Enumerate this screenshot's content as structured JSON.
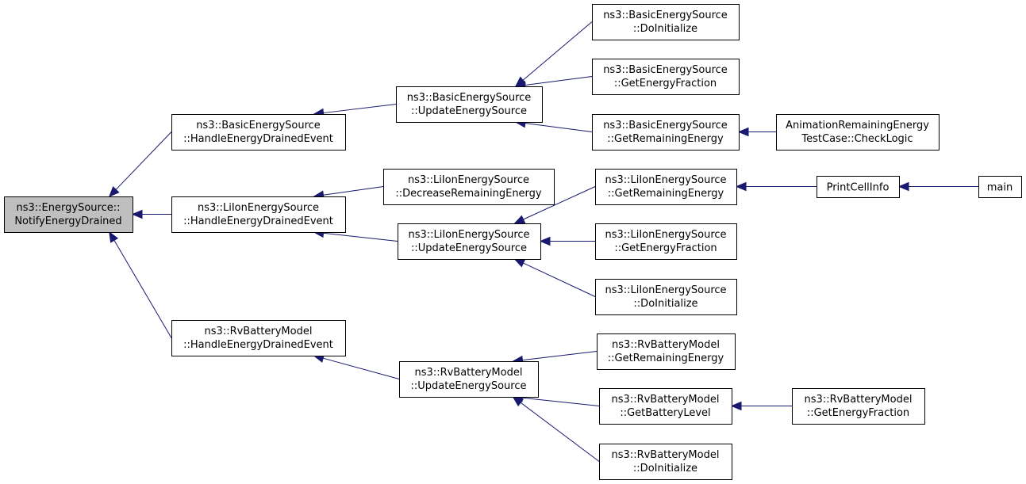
{
  "graph": {
    "colors": {
      "edge": "#191970",
      "root_fill": "#bfbfbf",
      "node_fill": "#ffffff",
      "border": "#000000"
    },
    "nodes": [
      {
        "id": "n0",
        "line1": "ns3::EnergySource::",
        "line2": "NotifyEnergyDrained",
        "root": true
      },
      {
        "id": "n1",
        "line1": "ns3::BasicEnergySource",
        "line2": "::HandleEnergyDrainedEvent"
      },
      {
        "id": "n2",
        "line1": "ns3::LiIonEnergySource",
        "line2": "::HandleEnergyDrainedEvent"
      },
      {
        "id": "n3",
        "line1": "ns3::RvBatteryModel",
        "line2": "::HandleEnergyDrainedEvent"
      },
      {
        "id": "n4",
        "line1": "ns3::BasicEnergySource",
        "line2": "::UpdateEnergySource"
      },
      {
        "id": "n5",
        "line1": "ns3::LiIonEnergySource",
        "line2": "::DecreaseRemainingEnergy"
      },
      {
        "id": "n6",
        "line1": "ns3::LiIonEnergySource",
        "line2": "::UpdateEnergySource"
      },
      {
        "id": "n7",
        "line1": "ns3::RvBatteryModel",
        "line2": "::UpdateEnergySource"
      },
      {
        "id": "n8",
        "line1": "ns3::BasicEnergySource",
        "line2": "::DoInitialize"
      },
      {
        "id": "n9",
        "line1": "ns3::BasicEnergySource",
        "line2": "::GetEnergyFraction"
      },
      {
        "id": "n10",
        "line1": "ns3::BasicEnergySource",
        "line2": "::GetRemainingEnergy"
      },
      {
        "id": "n11",
        "line1": "ns3::LiIonEnergySource",
        "line2": "::GetRemainingEnergy"
      },
      {
        "id": "n12",
        "line1": "ns3::LiIonEnergySource",
        "line2": "::GetEnergyFraction"
      },
      {
        "id": "n13",
        "line1": "ns3::LiIonEnergySource",
        "line2": "::DoInitialize"
      },
      {
        "id": "n14",
        "line1": "ns3::RvBatteryModel",
        "line2": "::GetRemainingEnergy"
      },
      {
        "id": "n15",
        "line1": "ns3::RvBatteryModel",
        "line2": "::GetBatteryLevel"
      },
      {
        "id": "n16",
        "line1": "ns3::RvBatteryModel",
        "line2": "::DoInitialize"
      },
      {
        "id": "n17",
        "line1": "AnimationRemainingEnergy",
        "line2": "TestCase::CheckLogic"
      },
      {
        "id": "n18",
        "line1": "PrintCellInfo",
        "line2": ""
      },
      {
        "id": "n19",
        "line1": "ns3::RvBatteryModel",
        "line2": "::GetEnergyFraction"
      },
      {
        "id": "n20",
        "line1": "main",
        "line2": ""
      }
    ],
    "edges": [
      {
        "from": "n1",
        "to": "n0"
      },
      {
        "from": "n2",
        "to": "n0"
      },
      {
        "from": "n3",
        "to": "n0"
      },
      {
        "from": "n4",
        "to": "n1"
      },
      {
        "from": "n5",
        "to": "n2"
      },
      {
        "from": "n6",
        "to": "n2"
      },
      {
        "from": "n7",
        "to": "n3"
      },
      {
        "from": "n8",
        "to": "n4"
      },
      {
        "from": "n9",
        "to": "n4"
      },
      {
        "from": "n10",
        "to": "n4"
      },
      {
        "from": "n11",
        "to": "n6"
      },
      {
        "from": "n12",
        "to": "n6"
      },
      {
        "from": "n13",
        "to": "n6"
      },
      {
        "from": "n14",
        "to": "n7"
      },
      {
        "from": "n15",
        "to": "n7"
      },
      {
        "from": "n16",
        "to": "n7"
      },
      {
        "from": "n17",
        "to": "n10"
      },
      {
        "from": "n18",
        "to": "n11"
      },
      {
        "from": "n19",
        "to": "n15"
      },
      {
        "from": "n20",
        "to": "n18"
      }
    ]
  }
}
